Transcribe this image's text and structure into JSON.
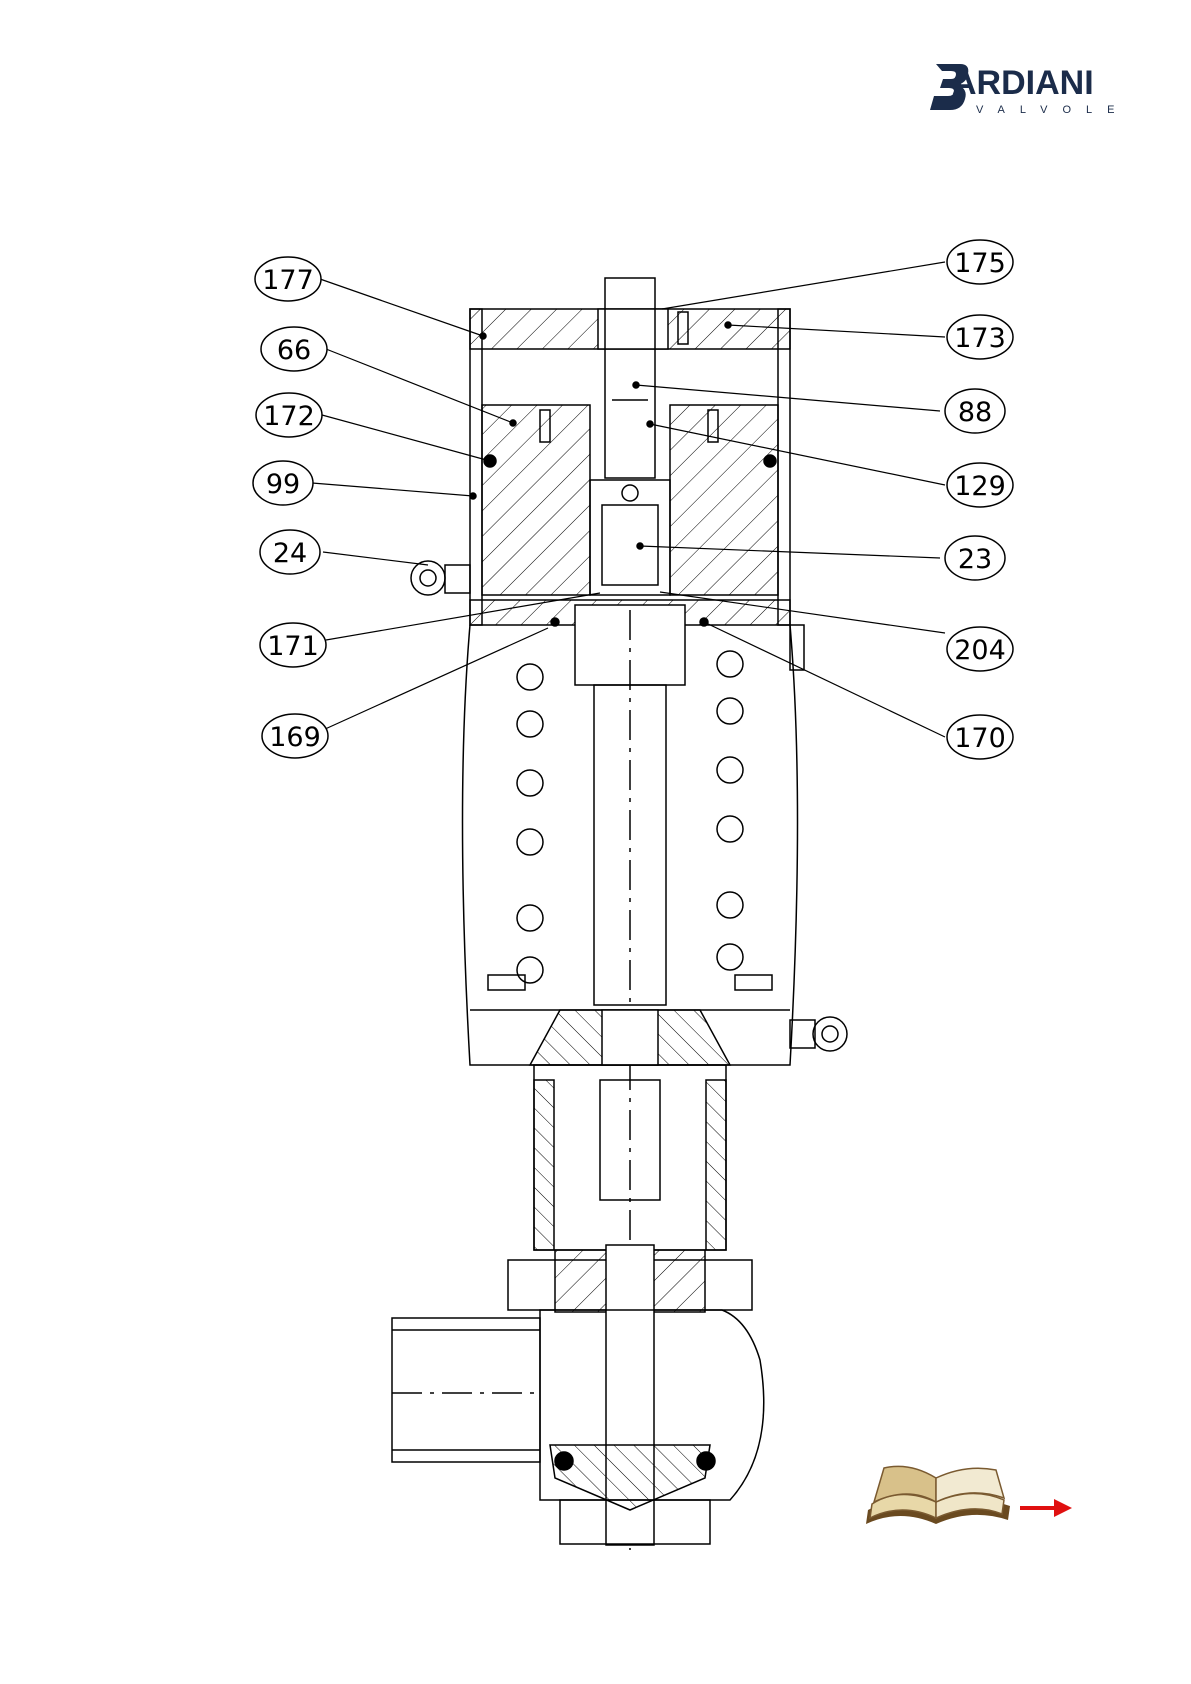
{
  "logo": {
    "brand": "ARDIANI",
    "sub": "VALVOLE",
    "brand_color": "#1b2c4a"
  },
  "callouts": [
    {
      "label": "177"
    },
    {
      "label": "66"
    },
    {
      "label": "172"
    },
    {
      "label": "99"
    },
    {
      "label": "24"
    },
    {
      "label": "171"
    },
    {
      "label": "169"
    },
    {
      "label": "175"
    },
    {
      "label": "173"
    },
    {
      "label": "88"
    },
    {
      "label": "129"
    },
    {
      "label": "23"
    },
    {
      "label": "204"
    },
    {
      "label": "170"
    }
  ],
  "navigation": {
    "book_icon": "open-book-icon",
    "arrow_icon": "red-arrow-right-icon",
    "arrow_color": "#e01010"
  }
}
